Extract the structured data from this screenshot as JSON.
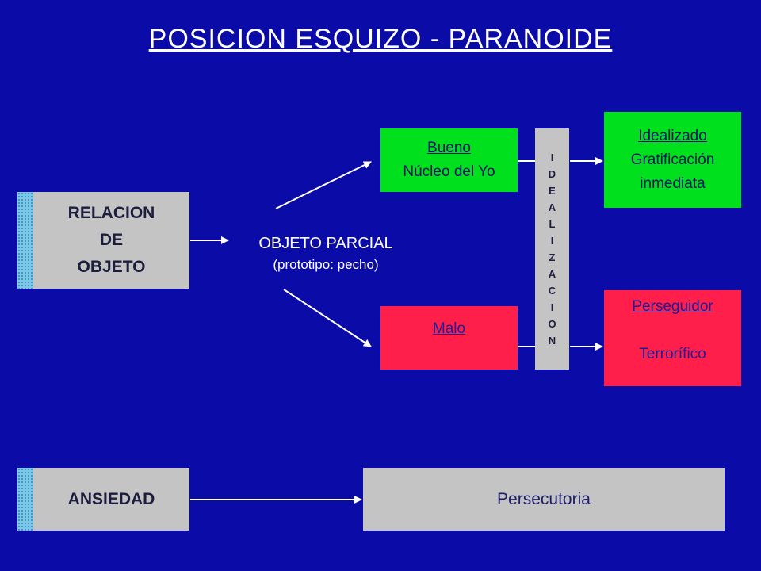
{
  "title": "POSICION  ESQUIZO - PARANOIDE",
  "relacion_box": {
    "lines": [
      "RELACION",
      "DE",
      "OBJETO"
    ]
  },
  "objeto_parcial": {
    "line1": "OBJETO PARCIAL",
    "line2": "(prototipo: pecho)"
  },
  "bueno_box": {
    "heading": "Bueno",
    "text": "Núcleo del Yo"
  },
  "malo_box": {
    "heading": "Malo"
  },
  "idealizacion_bar": {
    "letters": [
      "I",
      "D",
      "E",
      "A",
      "L",
      "I",
      "Z",
      "A",
      "C",
      "I",
      "O",
      "N"
    ]
  },
  "idealizado_box": {
    "heading": "Idealizado",
    "line1": "Gratificación",
    "line2": "inmediata"
  },
  "perseguidor_box": {
    "heading": "Perseguidor",
    "text": "Terrorífico"
  },
  "ansiedad_box": {
    "label": "ANSIEDAD"
  },
  "persecutoria_box": {
    "label": "Persecutoria"
  },
  "colors": {
    "background": "#0b0ba8",
    "gray": "#c4c4c4",
    "green": "#00e01c",
    "red": "#ff1f4a",
    "stripe": "#7ec8e6"
  }
}
